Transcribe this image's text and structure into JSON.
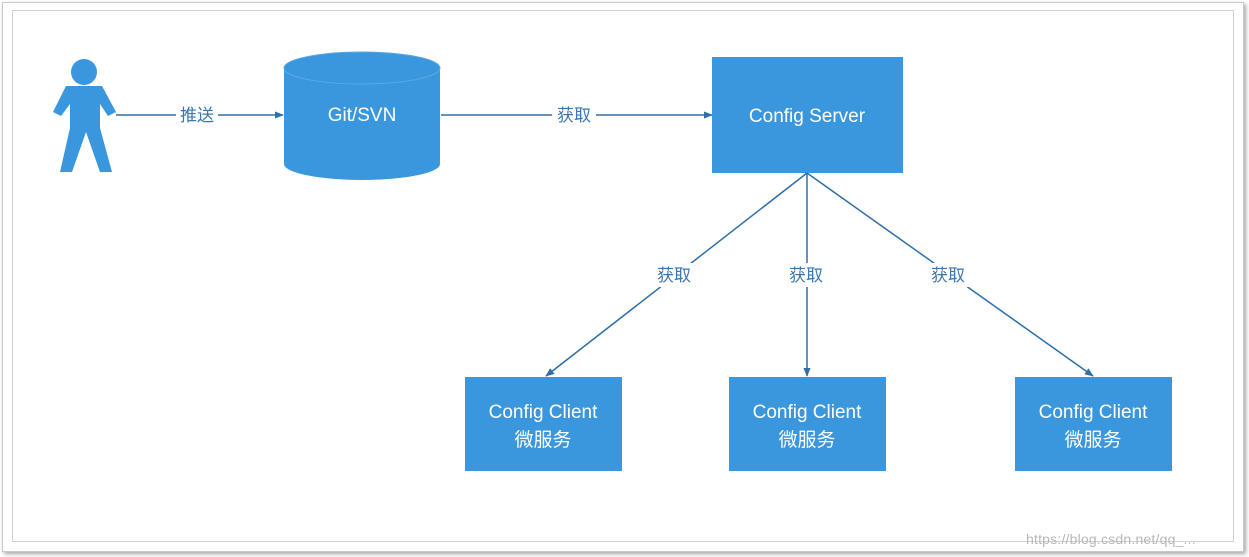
{
  "nodes": {
    "repository": {
      "label": "Git/SVN"
    },
    "config_server": {
      "label": "Config Server"
    },
    "clients": [
      {
        "line1": "Config Client",
        "line2": "微服务"
      },
      {
        "line1": "Config Client",
        "line2": "微服务"
      },
      {
        "line1": "Config Client",
        "line2": "微服务"
      }
    ]
  },
  "edges": {
    "push": "推送",
    "fetch_server": "获取",
    "fetch_clients": [
      "获取",
      "获取",
      "获取"
    ]
  },
  "icons": {
    "actor": "person-icon"
  },
  "colors": {
    "node_fill": "#3a96dd",
    "edge": "#2f6fa8",
    "edge_label": "#3a76b0",
    "node_text": "#ffffff"
  },
  "watermark": "https://blog.csdn.net/qq_..."
}
